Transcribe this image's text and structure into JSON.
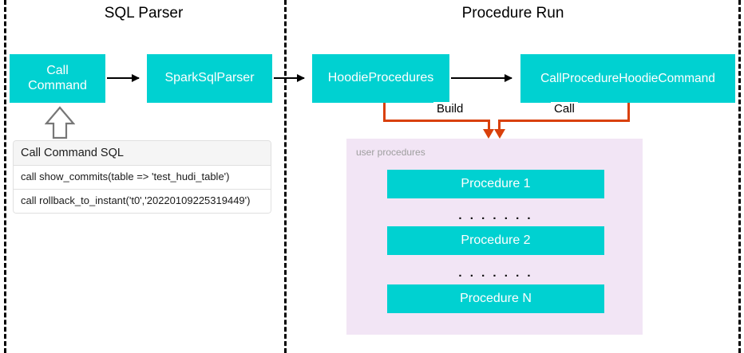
{
  "diagram": {
    "sections": [
      {
        "id": "sql-parser",
        "title": "SQL Parser"
      },
      {
        "id": "procedure-run",
        "title": "Procedure Run"
      }
    ],
    "nodes": [
      {
        "id": "call-command",
        "label": "Call\nCommand"
      },
      {
        "id": "spark-sql-parser",
        "label": "SparkSqlParser"
      },
      {
        "id": "hoodie-procedures",
        "label": "HoodieProcedures"
      },
      {
        "id": "call-procedure-hoodie-command",
        "label": "CallProcedureHoodieCommand"
      }
    ],
    "edge_labels": {
      "build": "Build",
      "call": "Call"
    },
    "sql_table": {
      "header": "Call Command SQL",
      "rows": [
        "call show_commits(table => 'test_hudi_table')",
        "call rollback_to_instant('t0','20220109225319449')"
      ]
    },
    "user_procedures": {
      "label": "user procedures",
      "items": [
        {
          "id": "procedure-1",
          "label": "Procedure 1"
        },
        {
          "id": "procedure-2",
          "label": "Procedure 2"
        },
        {
          "id": "procedure-n",
          "label": "Procedure N"
        }
      ],
      "ellipsis": ". . . . . . ."
    },
    "colors": {
      "node_fill": "#00D1D1",
      "node_text": "#FFFFFF",
      "panel_fill": "#F2E5F5",
      "panel_label": "#9E9E9E",
      "connector_orange": "#D9400B",
      "arrow_black": "#000000",
      "divider": "#000000",
      "table_header_fill": "#F5F5F5",
      "table_border": "#E0E0E0"
    }
  }
}
